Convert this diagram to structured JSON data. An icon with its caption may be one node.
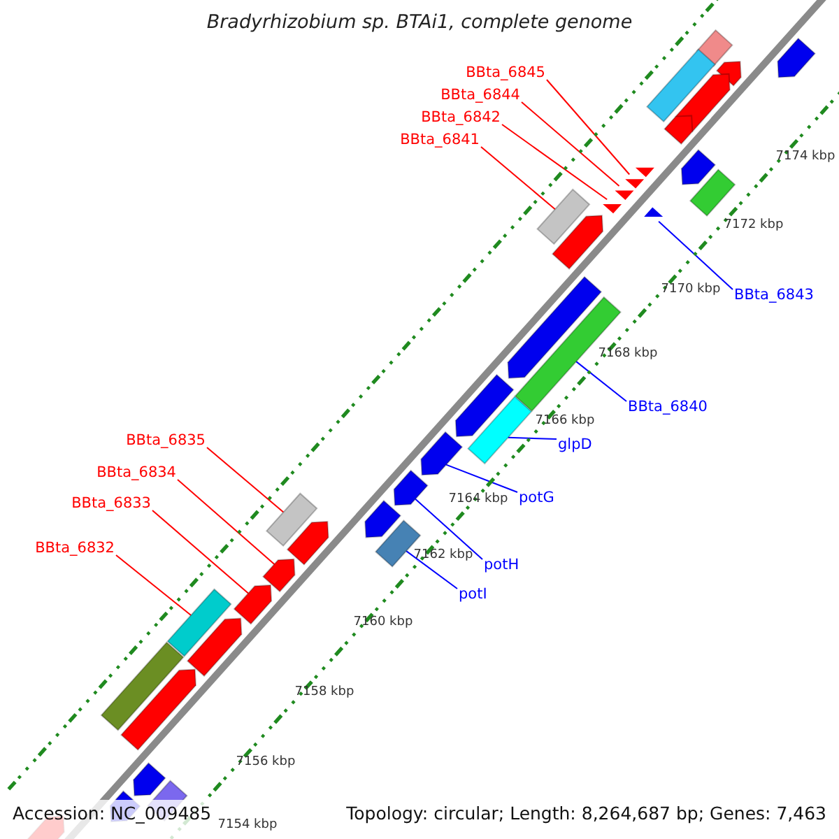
{
  "diagram": {
    "title": "Bradyrhizobium sp. BTAi1, complete genome",
    "nodes": [
      {
        "text": [
          "BBta_6845"
        ]
      },
      {
        "text": [
          "BBta_6844"
        ]
      },
      {
        "text": [
          "BBta_6842"
        ]
      },
      {
        "text": [
          "BBta_6841"
        ]
      },
      {
        "text": [
          "BBta_6843"
        ]
      },
      {
        "text": [
          "BBta_6840"
        ]
      },
      {
        "text": [
          "glpD"
        ]
      },
      {
        "text": [
          "potG"
        ]
      },
      {
        "text": [
          "potH"
        ]
      },
      {
        "text": [
          "potI"
        ]
      },
      {
        "text": [
          "BBta_6835"
        ]
      },
      {
        "text": [
          "BBta_6834"
        ]
      },
      {
        "text": [
          "BBta_6833"
        ]
      },
      {
        "text": [
          "BBta_6832"
        ]
      },
      {
        "text": [],
        "shape": "pentagon"
      },
      {
        "text": [],
        "shape": "box"
      },
      {
        "text": [],
        "shape": "pentagon"
      },
      {
        "text": [],
        "shape": "pentagon"
      },
      {
        "text": [],
        "shape": "box"
      },
      {
        "text": [],
        "shape": "pentagon"
      },
      {
        "text": [],
        "shape": "pentagon"
      },
      {
        "text": [],
        "shape": "box"
      },
      {
        "text": [],
        "shape": "triangle"
      },
      {
        "text": [],
        "shape": "triangle"
      },
      {
        "text": [],
        "shape": "triangle"
      },
      {
        "text": [],
        "shape": "triangle"
      },
      {
        "text": [],
        "shape": "triangle"
      },
      {
        "text": [],
        "shape": "box"
      },
      {
        "text": [],
        "shape": "pentagon"
      },
      {
        "text": [],
        "shape": "pentagon"
      },
      {
        "text": [],
        "shape": "box"
      },
      {
        "text": [],
        "shape": "pentagon"
      },
      {
        "text": [],
        "shape": "box"
      },
      {
        "text": [],
        "shape": "pentagon"
      },
      {
        "text": [],
        "shape": "pentagon"
      },
      {
        "text": [],
        "shape": "pentagon"
      },
      {
        "text": [],
        "shape": "box"
      },
      {
        "text": [],
        "shape": "box"
      },
      {
        "text": [],
        "shape": "pentagon"
      },
      {
        "text": [],
        "shape": "pentagon"
      },
      {
        "text": [],
        "shape": "pentagon"
      },
      {
        "text": [],
        "shape": "box"
      },
      {
        "text": [],
        "shape": "pentagon"
      },
      {
        "text": [],
        "shape": "box"
      },
      {
        "text": [],
        "shape": "pentagon"
      },
      {
        "text": [],
        "shape": "pentagon"
      },
      {
        "text": [],
        "shape": "box"
      },
      {
        "text": [],
        "shape": "pentagon"
      },
      {
        "text": [],
        "shape": "pentagon"
      }
    ],
    "edges": [
      {
        "from": 0,
        "to": 23,
        "arrow": "none"
      },
      {
        "from": 1,
        "to": 24,
        "arrow": "none"
      },
      {
        "from": 2,
        "to": 26,
        "arrow": "none"
      },
      {
        "from": 3,
        "to": 27,
        "arrow": "none"
      },
      {
        "from": 4,
        "to": 25,
        "arrow": "none",
        "color": "#0000ff"
      },
      {
        "from": 5,
        "to": 30,
        "arrow": "none",
        "color": "#0000ff"
      },
      {
        "from": 6,
        "to": 32,
        "arrow": "none",
        "color": "#0000ff"
      },
      {
        "from": 7,
        "to": 33,
        "arrow": "none",
        "color": "#0000ff"
      },
      {
        "from": 8,
        "to": 34,
        "arrow": "none",
        "color": "#0000ff"
      },
      {
        "from": 9,
        "to": 36,
        "arrow": "none",
        "color": "#0000ff"
      },
      {
        "from": 10,
        "to": 37,
        "arrow": "none"
      },
      {
        "from": 11,
        "to": 39,
        "arrow": "none"
      },
      {
        "from": 12,
        "to": 40,
        "arrow": "none"
      },
      {
        "from": 13,
        "to": 41,
        "arrow": "none"
      }
    ],
    "labels": [
      "7174 kbp",
      "7172 kbp",
      "7170 kbp",
      "7168 kbp",
      "7166 kbp",
      "7164 kbp",
      "7162 kbp",
      "7160 kbp",
      "7158 kbp",
      "7156 kbp",
      "7154 kbp",
      "Accession: NC_009485",
      "Topology: circular; Length: 8,264,687 bp; Genes: 7,463"
    ]
  }
}
